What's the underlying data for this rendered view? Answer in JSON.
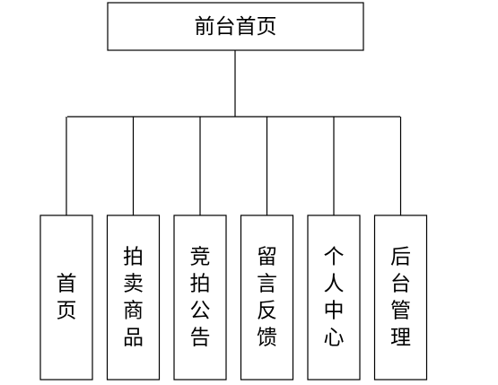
{
  "diagram": {
    "root": {
      "label": "前台首页"
    },
    "children": [
      {
        "label": "首页"
      },
      {
        "label": "拍卖商品"
      },
      {
        "label": "竞拍公告"
      },
      {
        "label": "留言反馈"
      },
      {
        "label": "个人中心"
      },
      {
        "label": "后台管理"
      }
    ]
  },
  "colors": {
    "stroke": "#000000",
    "fill": "#ffffff",
    "text": "#000000"
  }
}
